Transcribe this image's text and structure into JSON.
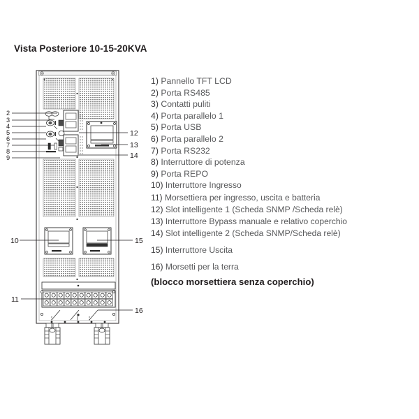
{
  "page": {
    "title": "Vista Posteriore 10-15-20KVA",
    "background_color": "#ffffff",
    "text_color": "#58595b"
  },
  "legend": {
    "items": [
      {
        "num": "1)",
        "label": "Pannello TFT LCD"
      },
      {
        "num": "2)",
        "label": "Porta RS485"
      },
      {
        "num": "3)",
        "label": "Contatti puliti"
      },
      {
        "num": "4)",
        "label": "Porta parallelo 1"
      },
      {
        "num": "5)",
        "label": "Porta USB"
      },
      {
        "num": "6)",
        "label": "Porta parallelo 2"
      },
      {
        "num": "7)",
        "label": "Porta RS232"
      },
      {
        "num": "8)",
        "label": "Interruttore di potenza"
      },
      {
        "num": "9)",
        "label": "Porta REPO"
      },
      {
        "num": "10)",
        "label": "Interruttore Ingresso"
      },
      {
        "num": "11)",
        "label": "Morsettiera per ingresso, uscita e batteria"
      },
      {
        "num": "12)",
        "label": "Slot intelligente 1 (Scheda SNMP /Scheda relè)"
      },
      {
        "num": "13)",
        "label": "Interruttore Bypass manuale e relativo coperchio"
      },
      {
        "num": "14)",
        "label": "Slot intelligente 2 (Scheda SNMP/Scheda relè)"
      },
      {
        "num": "15)",
        "label": "Interruttore Uscita"
      },
      {
        "num": "16)",
        "label": "Morsetti per la terra"
      }
    ],
    "note": "(blocco morsettiera senza coperchio)"
  },
  "diagram": {
    "description": "Vista posteriore UPS cabinet",
    "callouts_left": [
      "2",
      "3",
      "4",
      "5",
      "6",
      "7",
      "8",
      "9"
    ],
    "callouts_right_top": [
      "12",
      "13",
      "14"
    ],
    "callout_breaker_left": "10",
    "callout_breaker_right": "15",
    "callout_terminal_block": "11",
    "callout_ground": "16",
    "line_color": "#231f20",
    "grille_color": "#808080",
    "panel_fill": "#ffffff"
  }
}
